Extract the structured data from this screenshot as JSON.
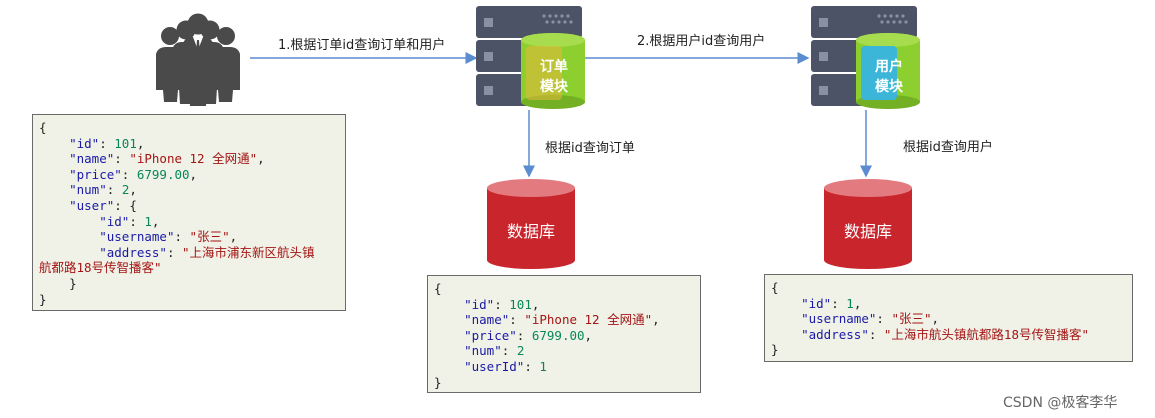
{
  "edges": {
    "users_to_order": "1.根据订单id查询订单和用户",
    "order_to_user": "2.根据用户id查询用户",
    "order_to_db": "根据id查询订单",
    "user_to_db": "根据id查询用户"
  },
  "modules": {
    "order": {
      "line1": "订单",
      "line2": "模块"
    },
    "user": {
      "line1": "用户",
      "line2": "模块"
    }
  },
  "databases": {
    "order_db": "数据库",
    "user_db": "数据库"
  },
  "json_left": {
    "open": "{",
    "id_key": "\"id\"",
    "id_val": "101",
    "name_key": "\"name\"",
    "name_val": "\"iPhone 12 全网通\"",
    "price_key": "\"price\"",
    "price_val": "6799.00",
    "num_key": "\"num\"",
    "num_val": "2",
    "user_key": "\"user\"",
    "u_id_key": "\"id\"",
    "u_id_val": "1",
    "u_username_key": "\"username\"",
    "u_username_val": "\"张三\"",
    "u_address_key": "\"address\"",
    "u_address_val_1": "\"上海市浦东新区航头镇",
    "u_address_val_2": "航都路18号传智播客\"",
    "inner_close": "}",
    "close": "}"
  },
  "json_order": {
    "open": "{",
    "id_key": "\"id\"",
    "id_val": "101",
    "name_key": "\"name\"",
    "name_val": "\"iPhone 12 全网通\"",
    "price_key": "\"price\"",
    "price_val": "6799.00",
    "num_key": "\"num\"",
    "num_val": "2",
    "userId_key": "\"userId\"",
    "userId_val": "1",
    "close": "}"
  },
  "json_user": {
    "open": "{",
    "id_key": "\"id\"",
    "id_val": "1",
    "username_key": "\"username\"",
    "username_val": "\"张三\"",
    "address_key": "\"address\"",
    "address_val": "\"上海市航头镇航都路18号传智播客\"",
    "close": "}"
  },
  "watermark": "CSDN @极客李华",
  "colors": {
    "server_body": "#4d5366",
    "order_module": "#8ccf2e",
    "user_module": "#3bb6d8",
    "db_red": "#c9252c",
    "arrow": "#5b8ccf",
    "people": "#4a4a4a"
  }
}
